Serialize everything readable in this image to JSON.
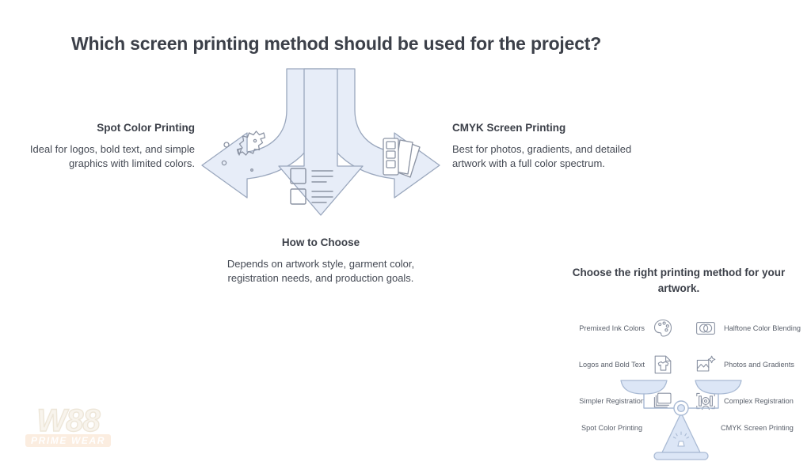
{
  "page": {
    "title": "Which screen printing method should be used for the project?"
  },
  "diagram": {
    "left_branch": {
      "heading": "Spot Color Printing",
      "description": "Ideal for logos, bold text, and simple graphics with limited colors.",
      "icon": "ink-splat-icon"
    },
    "right_branch": {
      "heading": "CMYK Screen Printing",
      "description": "Best for photos, gradients, and detailed artwork with a full color spectrum.",
      "icon": "color-swatch-fan-icon"
    },
    "center_branch": {
      "heading": "How to Choose",
      "description": "Depends on artwork style, garment color, registration needs, and production goals.",
      "icon": "checklist-icon"
    }
  },
  "panel": {
    "title": "Choose the right printing method for your artwork.",
    "left_features": [
      {
        "label": "Premixed Ink Colors",
        "icon": "paint-palette-icon"
      },
      {
        "label": "Logos and Bold Text",
        "icon": "tshirt-icon"
      },
      {
        "label": "Simpler Registration",
        "icon": "layers-icon"
      }
    ],
    "right_features": [
      {
        "label": "Halftone Color Blending",
        "icon": "overlapping-circles-icon"
      },
      {
        "label": "Photos and Gradients",
        "icon": "image-sparkle-icon"
      },
      {
        "label": "Complex Registration",
        "icon": "registration-target-icon"
      }
    ],
    "scale": {
      "left_label": "Spot Color Printing",
      "right_label": "CMYK Screen Printing",
      "icon": "balance-scale-icon"
    }
  },
  "watermark": {
    "brand": "W88",
    "tagline": "PRIME WEAR",
    "icon": "w88-prime-wear-logo"
  },
  "colors": {
    "arrow_fill": "#e7edf8",
    "arrow_stroke": "#9aa7bd",
    "icon_stroke": "#8b93a3",
    "scale_fill": "#dce6f6",
    "scale_stroke": "#a9bad4",
    "title_text": "#3c4049",
    "body_text": "#454a54",
    "small_text": "#5a606b",
    "logo_cream": "#f3ece0",
    "logo_banner": "#f6d7bb",
    "background": "#ffffff"
  }
}
